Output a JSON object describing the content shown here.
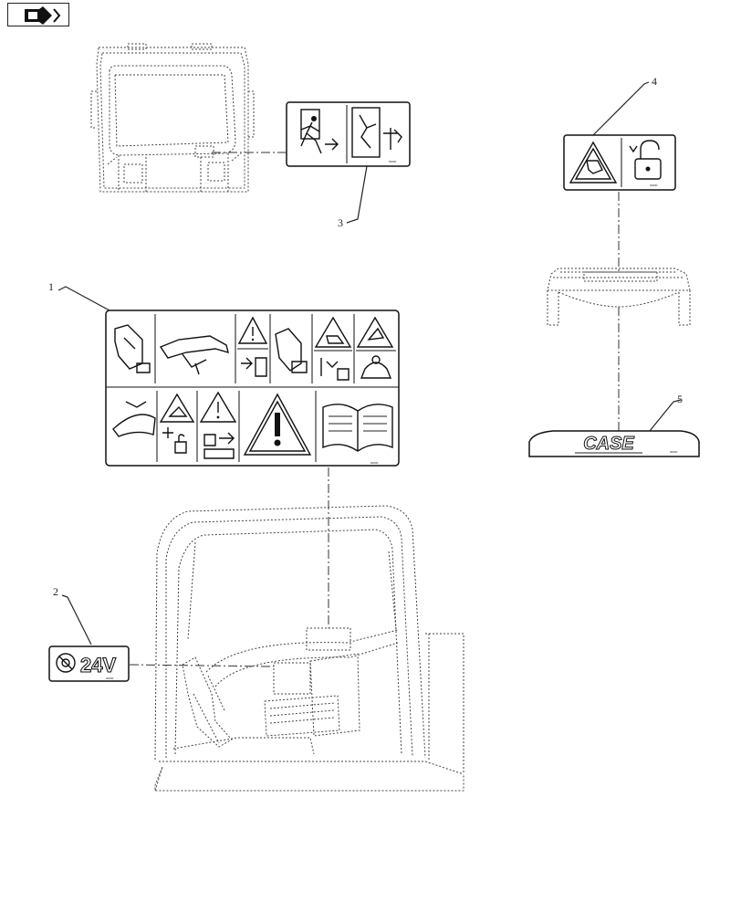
{
  "nav": {
    "icon": "folder-arrow-icon"
  },
  "callouts": [
    "1",
    "2",
    "3",
    "4",
    "5"
  ],
  "decals": {
    "voltage_text": "24V",
    "brand_text": "CASE"
  }
}
